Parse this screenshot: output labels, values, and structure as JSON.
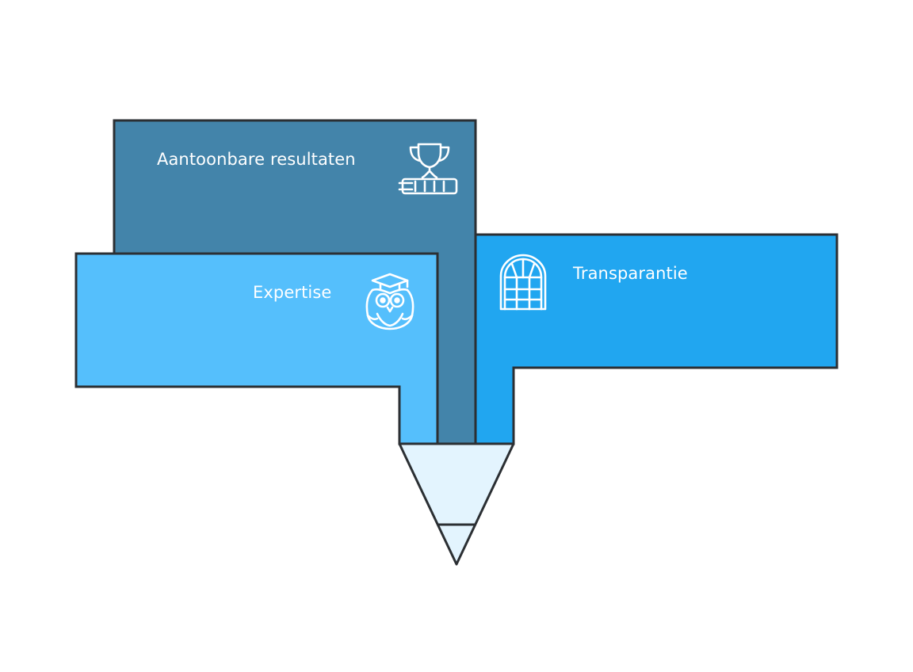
{
  "diagram": {
    "blocks": [
      {
        "label": "Aantoonbare resultaten",
        "icon": "trophy-icon",
        "color": "#4384AA"
      },
      {
        "label": "Expertise",
        "icon": "graduate-owl-icon",
        "color": "#55BFFC"
      },
      {
        "label": "Transparantie",
        "icon": "arched-window-icon",
        "color": "#21A6F0"
      }
    ],
    "tip": {
      "color": "#E3F4FE"
    },
    "outline_color": "#2B2F33"
  }
}
